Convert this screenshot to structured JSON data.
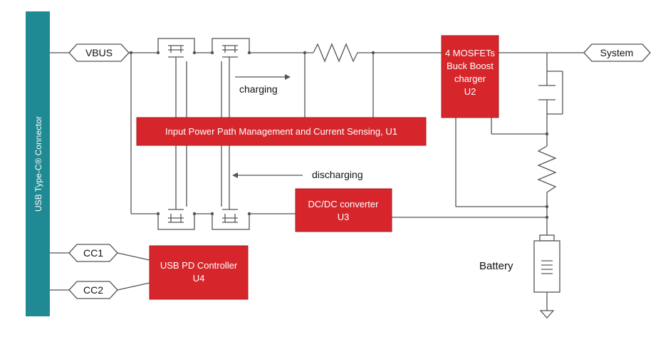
{
  "connector": {
    "label": "USB Type-C® Connector",
    "color": "#1f8a93"
  },
  "ports": {
    "vbus": "VBUS",
    "cc1": "CC1",
    "cc2": "CC2",
    "system": "System"
  },
  "blocks": {
    "u1": {
      "lines": [
        "Input Power Path Management and Current Sensing, U1"
      ]
    },
    "u2": {
      "lines": [
        "4 MOSFETs",
        "Buck Boost",
        "charger",
        "U2"
      ]
    },
    "u3": {
      "lines": [
        "DC/DC converter",
        "U3"
      ]
    },
    "u4": {
      "lines": [
        "USB PD Controller",
        "U4"
      ]
    }
  },
  "annotations": {
    "charging": "charging",
    "discharging": "discharging",
    "battery": "Battery"
  },
  "colors": {
    "block": "#d6262b",
    "wire": "#555555"
  },
  "icons": [
    "mosfet-icon",
    "resistor-icon",
    "battery-icon",
    "ground-icon",
    "switch-icon",
    "arrow-right-icon",
    "arrow-left-icon"
  ]
}
